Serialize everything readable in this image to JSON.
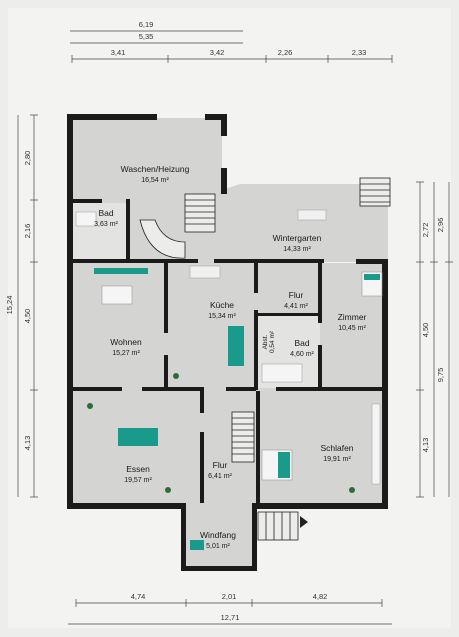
{
  "dimensions": {
    "top_overall_1": "6,19",
    "top_overall_2": "5,35",
    "top_segments": [
      "3,41",
      "3,42",
      "2,26",
      "2,33"
    ],
    "left_overall": "15,24",
    "left_segments": [
      "2,80",
      "2,16",
      "4,50",
      "4,13"
    ],
    "right_segments": [
      "2,72",
      "4,50",
      "4,13"
    ],
    "right_overall_1": "2,96",
    "right_overall_2": "9,75",
    "bottom_segments": [
      "4,74",
      "2,01",
      "4,82"
    ],
    "bottom_overall": "12,71"
  },
  "rooms": [
    {
      "name": "Waschen/Heizung",
      "area": "16,54 m²"
    },
    {
      "name": "Bad",
      "area": "3,63 m²"
    },
    {
      "name": "Wintergarten",
      "area": "14,33 m²"
    },
    {
      "name": "Küche",
      "area": "15,34 m²"
    },
    {
      "name": "Flur",
      "area": "4,41 m²"
    },
    {
      "name": "Zimmer",
      "area": "10,45 m²"
    },
    {
      "name": "Wohnen",
      "area": "15,27 m²"
    },
    {
      "name": "Abst.",
      "area": "0,54 m²"
    },
    {
      "name": "Bad",
      "area": "4,60 m²"
    },
    {
      "name": "Essen",
      "area": "19,57 m²"
    },
    {
      "name": "Flur",
      "area": "6,41 m²"
    },
    {
      "name": "Schlafen",
      "area": "19,91 m²"
    },
    {
      "name": "Windfang",
      "area": "5,01 m²"
    }
  ],
  "colors": {
    "accent": "#1a9a8a",
    "wall": "#1b1b1b",
    "floor": "#d4d4d2"
  }
}
